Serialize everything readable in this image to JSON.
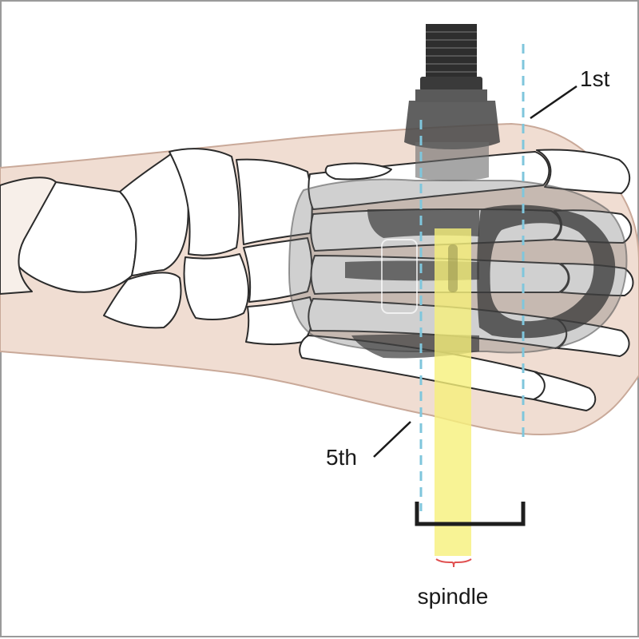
{
  "labels": {
    "first_metatarsal": "1st",
    "fifth_metatarsal": "5th",
    "spindle": "spindle"
  },
  "colors": {
    "skin": "#f0ddd2",
    "skin_outline": "#c9a999",
    "bone": "#ffffff",
    "bone_outline": "#2b2b2b",
    "pedal_dark": "#3a3a3a",
    "pedal_body": "#6c6c6c",
    "spindle_band": "#f6f07a",
    "guide_line": "#7fc6dc",
    "bracket": "#1e1e1e",
    "spindle_brace": "#e05050"
  }
}
